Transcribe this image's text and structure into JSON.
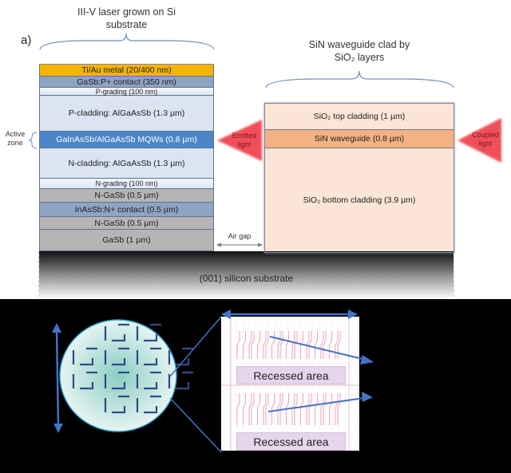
{
  "panel_label": "a)",
  "laser": {
    "title_line1": "III-V laser grown on Si",
    "title_line2": "substrate",
    "layers": [
      {
        "label": "Ti/Au metal (20/400 nm)",
        "color": "#f4b400"
      },
      {
        "label": "GaSb:P+ contact (350 nm)",
        "color": "#8fa3c2"
      },
      {
        "label": "P-grading (100 nm)",
        "color": "#dfe6f2"
      },
      {
        "label": "P-cladding: AlGaAsSb (1.3 µm)",
        "color": "#dbe4f3"
      },
      {
        "label": "GaInAsSb/AlGaAsSb MQWs (0.8 µm)",
        "color": "#4a86c8"
      },
      {
        "label": "N-cladding: AlGaAsSb (1.3 µm)",
        "color": "#dbe4f3"
      },
      {
        "label": "N-grading (100 nm)",
        "color": "#dfe6f2"
      },
      {
        "label": "N-GaSb (0.5 µm)",
        "color": "#b7b4b4"
      },
      {
        "label": "InAsSb:N+ contact (0.5 µm)",
        "color": "#8fa3c2"
      },
      {
        "label": "N-GaSb (0.5 µm)",
        "color": "#b7b4b4"
      },
      {
        "label": "GaSb (1 µm)",
        "color": "#b7b4b4"
      }
    ],
    "active_zone_line1": "Active",
    "active_zone_line2": "zone"
  },
  "waveguide": {
    "title_line1": "SiN waveguide clad by",
    "title_line2": "SiO₂ layers",
    "layers": [
      {
        "label": "SiO₂ top cladding (1 µm)",
        "color": "#fbe5d6"
      },
      {
        "label": "SiN waveguide (0.8 µm)",
        "color": "#f4b183"
      },
      {
        "label": "SiO₂ bottom cladding (3.9 µm)",
        "color": "#fbe5d6"
      }
    ]
  },
  "emitted_light": {
    "line1": "Emitted",
    "line2": "light"
  },
  "coupled_light": {
    "line1": "Coupled",
    "line2": "light"
  },
  "air_gap": "Air gap",
  "substrate": "(001) silicon substrate",
  "wafer_detail": {
    "recessed_area_1": "Recessed area",
    "recessed_area_2": "Recessed area"
  },
  "colors": {
    "arrow_red": "#f0505a",
    "arrow_blue": "#4472c4",
    "wafer_fill": "#bfe3dd"
  }
}
